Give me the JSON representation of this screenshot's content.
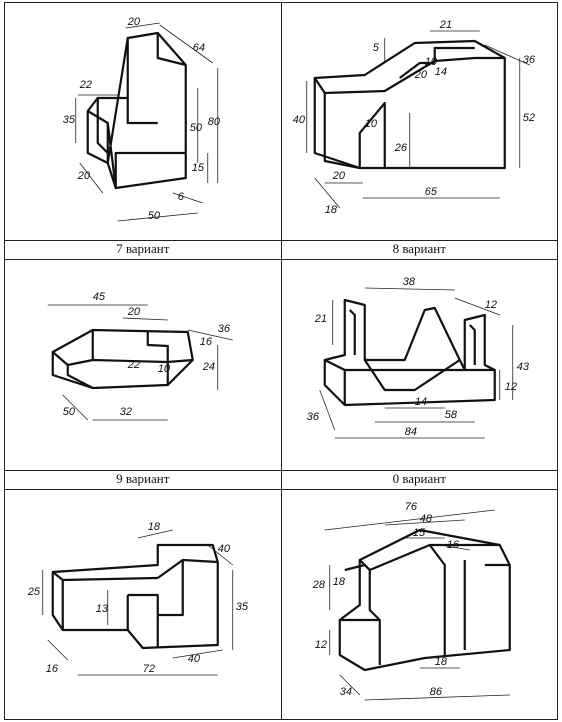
{
  "cells": [
    {
      "caption": "7 вариант",
      "dims": {
        "a": "20",
        "b": "64",
        "c": "22",
        "d": "35",
        "e": "50",
        "f": "80",
        "g": "15",
        "h": "20",
        "i": "6",
        "j": "50"
      }
    },
    {
      "caption": "8 вариант",
      "dims": {
        "a": "21",
        "b": "5",
        "c": "36",
        "d": "40",
        "e": "20",
        "f": "10",
        "g": "52",
        "h": "26",
        "i": "20",
        "j": "65",
        "k": "18",
        "l": "10",
        "m": "14"
      }
    },
    {
      "caption": "9 вариант",
      "dims": {
        "a": "45",
        "b": "20",
        "c": "36",
        "d": "16",
        "e": "22",
        "f": "10",
        "g": "24",
        "h": "50",
        "i": "32"
      }
    },
    {
      "caption": "0 вариант",
      "dims": {
        "a": "38",
        "b": "12",
        "c": "21",
        "d": "43",
        "e": "12",
        "f": "14",
        "g": "58",
        "h": "36",
        "i": "84"
      }
    },
    {
      "caption": "",
      "dims": {
        "a": "18",
        "b": "40",
        "c": "25",
        "d": "13",
        "e": "35",
        "f": "40",
        "g": "16",
        "h": "72"
      }
    },
    {
      "caption": "",
      "dims": {
        "a": "76",
        "b": "48",
        "c": "15",
        "d": "16",
        "e": "28",
        "f": "18",
        "g": "12",
        "h": "18",
        "i": "34",
        "j": "86"
      }
    }
  ]
}
